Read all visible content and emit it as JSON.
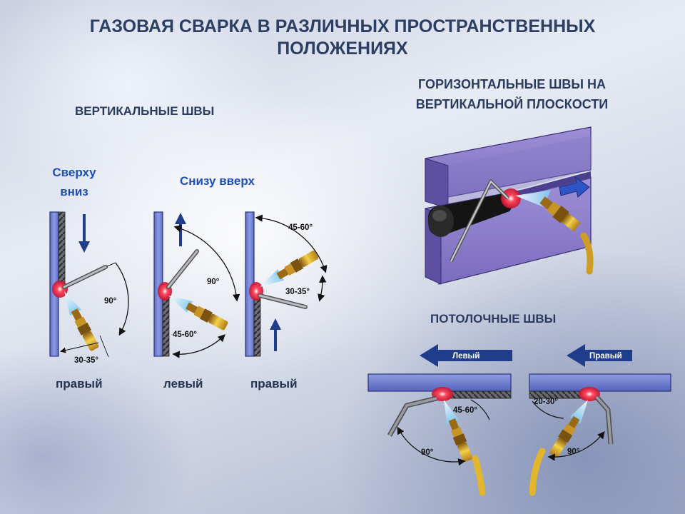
{
  "title_line1": "ГАЗОВАЯ СВАРКА В РАЗЛИЧНЫХ ПРОСТРАНСТВЕННЫХ",
  "title_line2": "ПОЛОЖЕНИЯХ",
  "vertical": {
    "heading": "ВЕРТИКАЛЬНЫЕ ШВЫ",
    "top_down_label": "Сверху вниз",
    "bottom_up_label": "Снизу вверх",
    "diagrams": [
      {
        "angle_a": "90°",
        "angle_b": "30-35°",
        "caption": "правый"
      },
      {
        "angle_a": "90°",
        "angle_b": "45-60°",
        "caption": "левый"
      },
      {
        "angle_a": "45-60°",
        "angle_b": "30-35°",
        "caption": "правый"
      }
    ]
  },
  "horizontal": {
    "heading": "ГОРИЗОНТАЛЬНЫЕ ШВЫ НА ВЕРТИКАЛЬНОЙ ПЛОСКОСТИ"
  },
  "ceiling": {
    "heading": "ПОТОЛОЧНЫЕ ШВЫ",
    "left": {
      "arrow_label": "Левый",
      "angle_a": "45-60°",
      "angle_b": "90°"
    },
    "right": {
      "arrow_label": "Правый",
      "angle_a": "20-30°",
      "angle_b": "90°"
    }
  },
  "colors": {
    "heading": "#2b3b60",
    "accent_blue": "#1f4fb3",
    "plate_blue": "#6f7fd3",
    "plate_purple": "#8c7fc9",
    "weld_red": "#e0203a",
    "torch_gold": "#e3b52a",
    "arrow_navy": "#203d8c"
  }
}
